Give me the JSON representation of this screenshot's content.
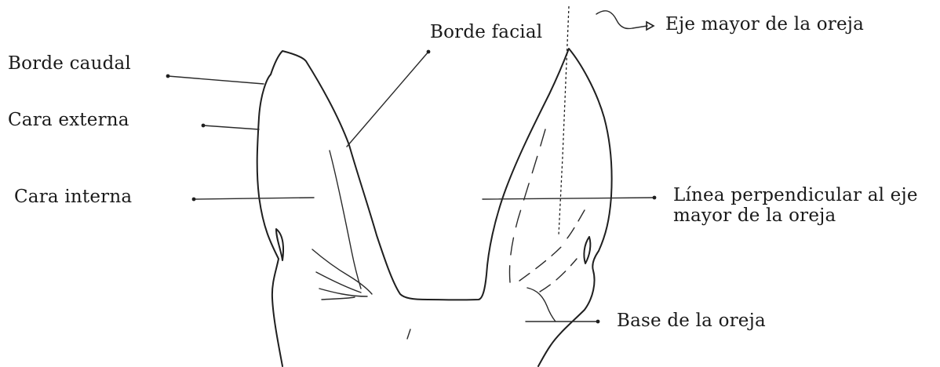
{
  "labels": {
    "borde_caudal": "Borde caudal",
    "cara_externa": "Cara externa",
    "cara_interna": "Cara interna",
    "borde_facial": "Borde facial",
    "eje_mayor": "Eje mayor de la oreja",
    "linea_perpendicular_1": "Línea perpendicular al eje",
    "linea_perpendicular_2": "mayor de la oreja",
    "base_oreja": "Base de la oreja"
  },
  "colors": {
    "ink": "#1f1f1f",
    "background": "#ffffff"
  }
}
